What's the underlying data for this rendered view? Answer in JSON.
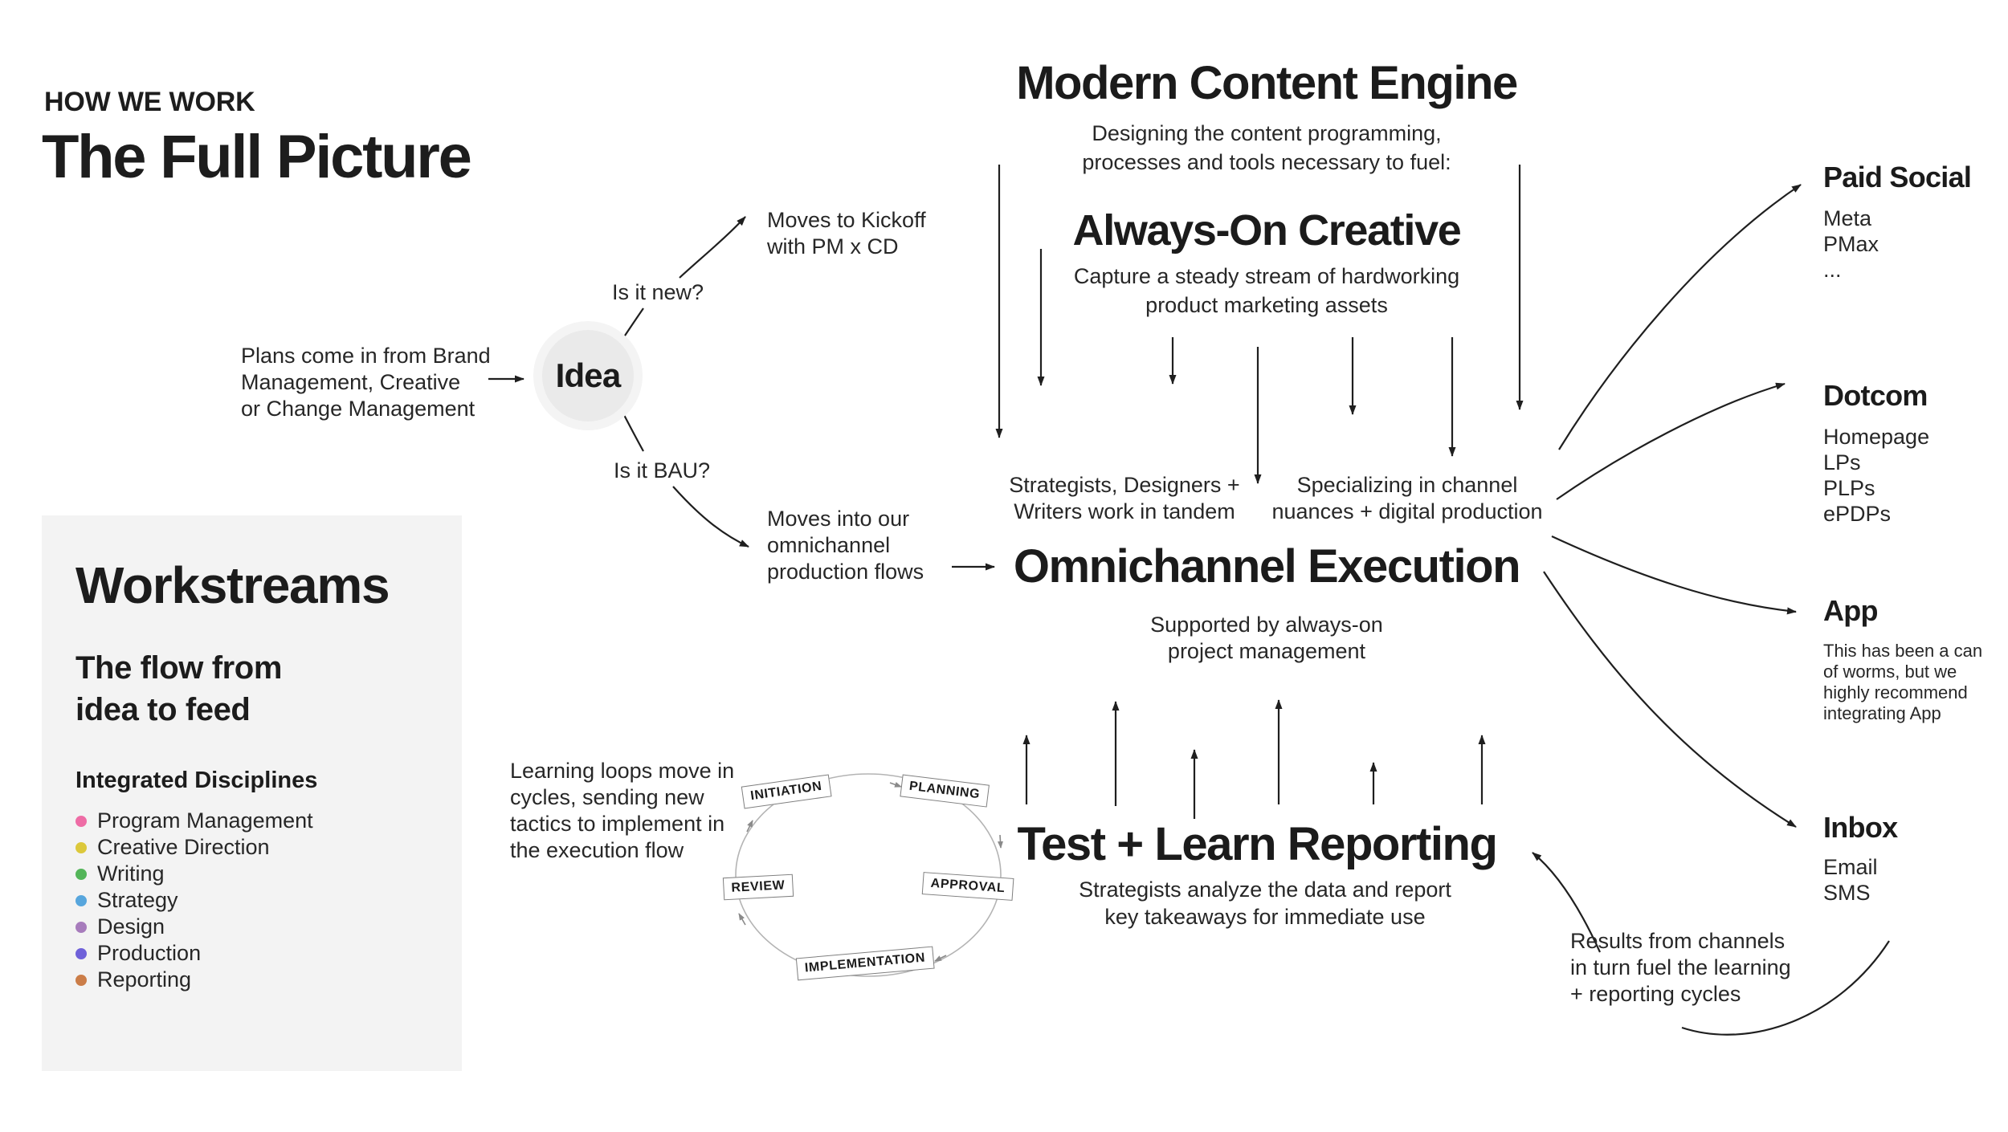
{
  "header": {
    "eyebrow": "HOW WE WORK",
    "title": "The Full Picture"
  },
  "workstreams": {
    "title": "Workstreams",
    "subtitle": "The flow from\nidea to feed",
    "disciplines_heading": "Integrated Disciplines",
    "disciplines": [
      {
        "label": "Program Management",
        "color": "#ee6ca5"
      },
      {
        "label": "Creative Direction",
        "color": "#dcc83b"
      },
      {
        "label": "Writing",
        "color": "#53b559"
      },
      {
        "label": "Strategy",
        "color": "#57a6dd"
      },
      {
        "label": "Design",
        "color": "#a77cbc"
      },
      {
        "label": "Production",
        "color": "#6f61d9"
      },
      {
        "label": "Reporting",
        "color": "#cb7d48"
      }
    ]
  },
  "idea_flow": {
    "intro": "Plans come in from Brand\nManagement, Creative\nor Change Management",
    "node_label": "Idea",
    "question_new": "Is it new?",
    "outcome_new": "Moves to Kickoff\nwith PM x CD",
    "question_bau": "Is it BAU?",
    "outcome_bau": "Moves into our\nomnichannel\nproduction flows"
  },
  "content_engine": {
    "title": "Modern Content Engine",
    "subtitle": "Designing the content programming,\nprocesses and tools necessary to fuel:",
    "always_on_title": "Always-On Creative",
    "always_on_subtitle": "Capture a steady stream of hardworking\nproduct marketing assets",
    "tandem_note": "Strategists, Designers +\nWriters work in tandem",
    "specializing_note": "Specializing in channel\nnuances + digital production",
    "execution_title": "Omnichannel Execution",
    "execution_subtitle": "Supported by always-on\nproject management",
    "reporting_title": "Test + Learn Reporting",
    "reporting_subtitle": "Strategists analyze the data and report\nkey takeaways for immediate use"
  },
  "learning_loop": {
    "note": "Learning loops move in\ncycles, sending new\ntactics to implement in\nthe execution flow",
    "stages": [
      "INITIATION",
      "PLANNING",
      "APPROVAL",
      "IMPLEMENTATION",
      "REVIEW"
    ]
  },
  "channels": [
    {
      "name": "Paid Social",
      "items": [
        "Meta",
        "PMax",
        "..."
      ]
    },
    {
      "name": "Dotcom",
      "items": [
        "Homepage",
        "LPs",
        "PLPs",
        "ePDPs"
      ]
    },
    {
      "name": "App",
      "note": "This has been a can\nof worms, but we\nhighly recommend\nintegrating App"
    },
    {
      "name": "Inbox",
      "items": [
        "Email",
        "SMS"
      ]
    }
  ],
  "feedback": {
    "note": "Results from channels\nin turn fuel the learning\n+ reporting cycles"
  }
}
